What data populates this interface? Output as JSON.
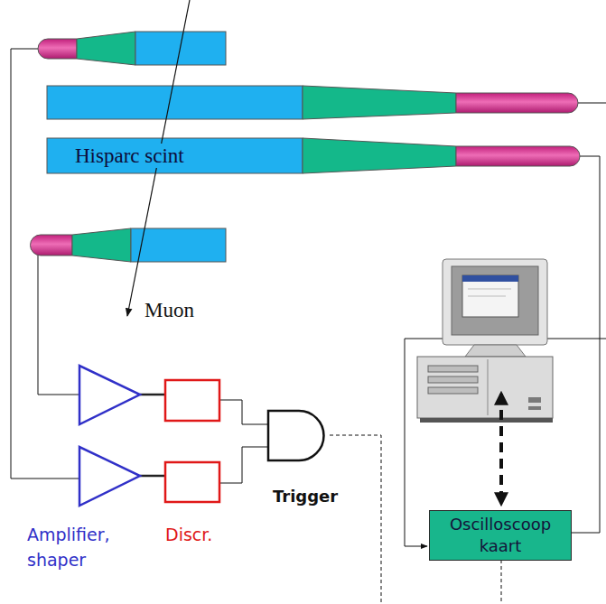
{
  "diagram": {
    "nodes": [
      {
        "text": [
          "Hisparc scint"
        ]
      },
      {
        "text": [
          "Oscilloscoop kaart"
        ]
      }
    ],
    "labels": [
      "Muon",
      "Trigger",
      "Amplifier, shaper",
      "Discr."
    ]
  }
}
